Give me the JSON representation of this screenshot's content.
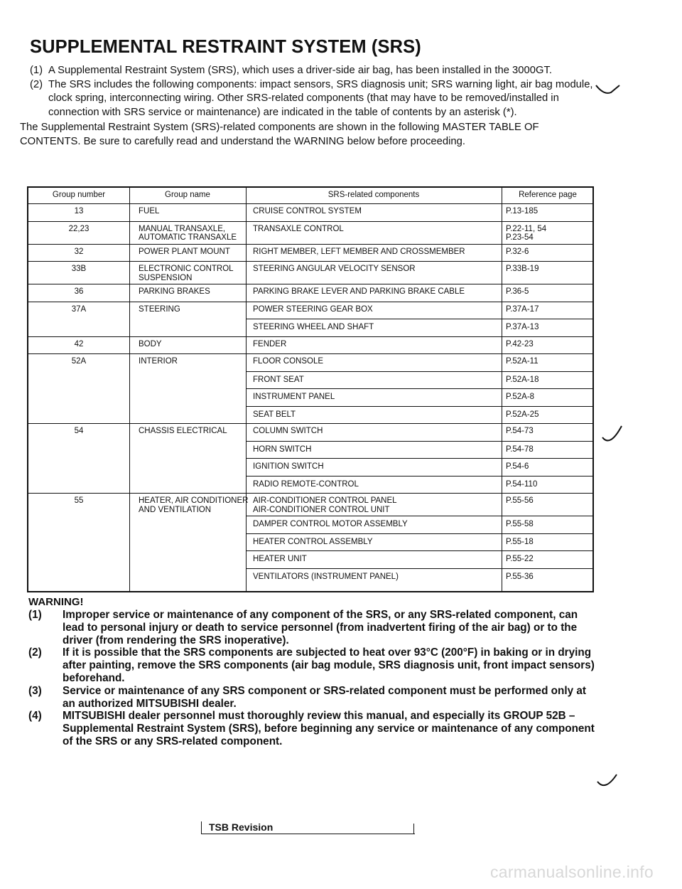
{
  "title": "SUPPLEMENTAL RESTRAINT SYSTEM (SRS)",
  "intro_items": [
    {
      "num": "(1)",
      "text": "A Supplemental Restraint System (SRS), which uses a driver-side air bag, has been installed in the 3000GT."
    },
    {
      "num": "(2)",
      "text": "The SRS includes the following components: impact sensors, SRS diagnosis unit; SRS warning light, air bag module, clock spring, interconnecting wiring. Other SRS-related components (that may have to be removed/installed in connection with SRS service or maintenance) are indicated in the table of contents by an asterisk (*)."
    }
  ],
  "intro_paragraph": "The Supplemental Restraint System (SRS)-related components are shown in the following MASTER TABLE OF CONTENTS. Be sure to carefully read and understand the WARNING below before proceeding.",
  "table": {
    "headers": [
      "Group number",
      "Group name",
      "SRS-related components",
      "Reference page"
    ],
    "groups": [
      {
        "number": "13",
        "name": "FUEL",
        "rows": [
          {
            "component": "CRUISE CONTROL SYSTEM",
            "ref": "P.13-185"
          }
        ]
      },
      {
        "number": "22,23",
        "name": "MANUAL TRANSAXLE,\nAUTOMATIC TRANSAXLE",
        "rows": [
          {
            "component": "TRANSAXLE CONTROL",
            "ref": "P.22-11, 54\nP.23-54"
          }
        ]
      },
      {
        "number": "32",
        "name": "POWER PLANT MOUNT",
        "rows": [
          {
            "component": "RIGHT MEMBER, LEFT MEMBER AND CROSSMEMBER",
            "ref": "P.32-6"
          }
        ]
      },
      {
        "number": "33B",
        "name": "ELECTRONIC CONTROL\nSUSPENSION",
        "rows": [
          {
            "component": "STEERING ANGULAR VELOCITY SENSOR",
            "ref": "P.33B-19"
          }
        ]
      },
      {
        "number": "36",
        "name": "PARKING BRAKES",
        "rows": [
          {
            "component": "PARKING BRAKE LEVER AND PARKING BRAKE CABLE",
            "ref": "P.36-5"
          }
        ]
      },
      {
        "number": "37A",
        "name": "STEERING",
        "rows": [
          {
            "component": "POWER STEERING GEAR BOX",
            "ref": "P.37A-17"
          },
          {
            "component": "STEERING WHEEL AND SHAFT",
            "ref": "P.37A-13"
          }
        ]
      },
      {
        "number": "42",
        "name": "BODY",
        "rows": [
          {
            "component": "FENDER",
            "ref": "P.42-23"
          }
        ]
      },
      {
        "number": "52A",
        "name": "INTERIOR",
        "rows": [
          {
            "component": "FLOOR CONSOLE",
            "ref": "P.52A-11"
          },
          {
            "component": "FRONT SEAT",
            "ref": "P.52A-18"
          },
          {
            "component": "INSTRUMENT PANEL",
            "ref": "P.52A-8"
          },
          {
            "component": "SEAT BELT",
            "ref": "P.52A-25"
          }
        ]
      },
      {
        "number": "54",
        "name": "CHASSIS ELECTRICAL",
        "rows": [
          {
            "component": "COLUMN SWITCH",
            "ref": "P.54-73"
          },
          {
            "component": "HORN SWITCH",
            "ref": "P.54-78"
          },
          {
            "component": "IGNITION SWITCH",
            "ref": "P.54-6"
          },
          {
            "component": "RADIO REMOTE-CONTROL",
            "ref": "P.54-110"
          }
        ]
      },
      {
        "number": "55",
        "name": "HEATER, AIR CONDITIONER\nAND VENTILATION",
        "rows": [
          {
            "component": "AIR-CONDITIONER CONTROL PANEL\nAIR-CONDITIONER CONTROL UNIT",
            "ref": "P.55-56"
          },
          {
            "component": "DAMPER CONTROL MOTOR ASSEMBLY",
            "ref": "P.55-58"
          },
          {
            "component": "HEATER CONTROL ASSEMBLY",
            "ref": "P.55-18"
          },
          {
            "component": "HEATER UNIT",
            "ref": "P.55-22"
          },
          {
            "component": "VENTILATORS (INSTRUMENT PANEL)",
            "ref": "P.55-36"
          }
        ]
      }
    ]
  },
  "warning_title": "WARNING!",
  "warnings": [
    {
      "num": "(1)",
      "text": "Improper service or maintenance of any component of the SRS, or any SRS-related component, can lead to personal injury or death to service personnel (from inadvertent firing of the air bag) or to the driver (from rendering the SRS inoperative)."
    },
    {
      "num": "(2)",
      "text": "If it is possible that the SRS components are subjected to heat over 93°C (200°F) in baking or in drying after painting, remove the SRS components (air bag module, SRS diagnosis unit, front impact sensors) beforehand."
    },
    {
      "num": "(3)",
      "text": "Service or maintenance of any SRS component or SRS-related component must be performed only at an authorized MITSUBISHI dealer."
    },
    {
      "num": "(4)",
      "text": "MITSUBISHI dealer personnel must thoroughly review this manual, and especially its GROUP 52B – Supplemental Restraint System (SRS), before beginning any service or maintenance of any component of the SRS or any SRS-related component."
    }
  ],
  "footer_label": "TSB Revision",
  "watermark": "carmanualsonline.info"
}
